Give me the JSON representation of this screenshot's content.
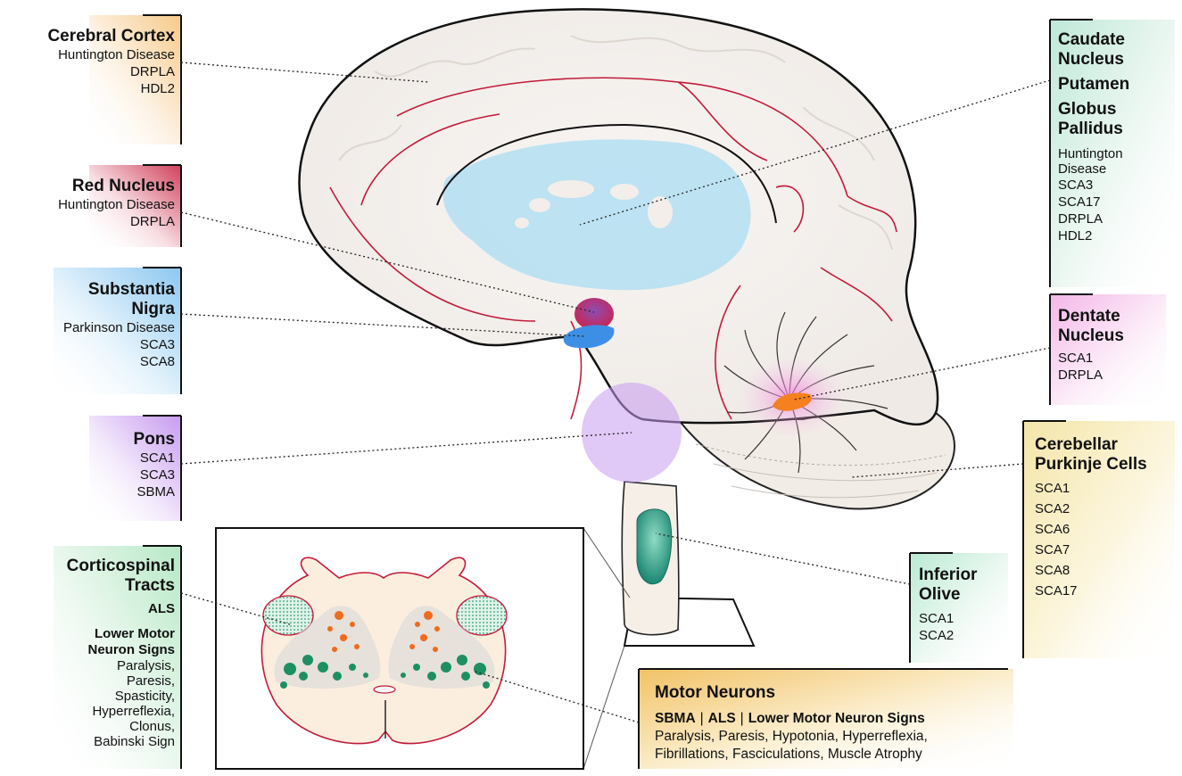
{
  "colors": {
    "cortex_tab": "#f6c98a",
    "red_nucleus": "#d0405a",
    "substantia_nigra": "#3d8fe6",
    "pons": "#c79bf0",
    "corticospinal": "#c5ecd0",
    "caudate": "#bfe8d8",
    "dentate": "#f4b6e8",
    "purkinje": "#f4e5a8",
    "inferior_olive": "#2c9b86",
    "motor_neurons": "#f2c266",
    "vessel_red": "#c01b3a",
    "basal_ganglia_blue": "#a9dcf3",
    "orange_neuron": "#f06a1d",
    "green_neuron": "#1e8f63"
  },
  "cortex": {
    "title": "Cerebral Cortex",
    "items": [
      "Huntington Disease",
      "DRPLA",
      "HDL2"
    ]
  },
  "red_nucleus": {
    "title": "Red Nucleus",
    "items": [
      "Huntington Disease",
      "DRPLA"
    ]
  },
  "substantia_nigra": {
    "title_line1": "Substantia",
    "title_line2": "Nigra",
    "items": [
      "Parkinson Disease",
      "SCA3",
      "SCA8"
    ]
  },
  "pons": {
    "title": "Pons",
    "items": [
      "SCA1",
      "SCA3",
      "SBMA"
    ]
  },
  "corticospinal": {
    "title_line1": "Corticospinal",
    "title_line2": "Tracts",
    "disease": "ALS",
    "signs_title_line1": "Lower Motor",
    "signs_title_line2": "Neuron Signs",
    "signs": [
      "Paralysis,",
      "Paresis,",
      "Spasticity,",
      "Hyperreflexia,",
      "Clonus,",
      "Babinski Sign"
    ]
  },
  "caudate": {
    "t1": "Caudate",
    "t2": "Nucleus",
    "t3": "Putamen",
    "t4": "Globus",
    "t5": "Pallidus",
    "d1_line1": "Huntington",
    "d1_line2": "Disease",
    "items": [
      "SCA3",
      "SCA17",
      "DRPLA",
      "HDL2"
    ]
  },
  "dentate": {
    "title_line1": "Dentate",
    "title_line2": "Nucleus",
    "items": [
      "SCA1",
      "DRPLA"
    ]
  },
  "purkinje": {
    "title_line1": "Cerebellar",
    "title_line2": "Purkinje Cells",
    "items": [
      "SCA1",
      "SCA2",
      "SCA6",
      "SCA7",
      "SCA8",
      "SCA17"
    ]
  },
  "inferior_olive": {
    "title_line1": "Inferior",
    "title_line2": "Olive",
    "items": [
      "SCA1",
      "SCA2"
    ]
  },
  "motor_neurons": {
    "title": "Motor Neurons",
    "sub1": "SBMA",
    "sep1": "|",
    "sub2": "ALS",
    "sep2": "|",
    "sub3": "Lower Motor Neuron Signs",
    "line1": "Paralysis, Paresis, Hypotonia, Hyperreflexia,",
    "line2": "Fibrillations, Fasciculations, Muscle Atrophy"
  }
}
